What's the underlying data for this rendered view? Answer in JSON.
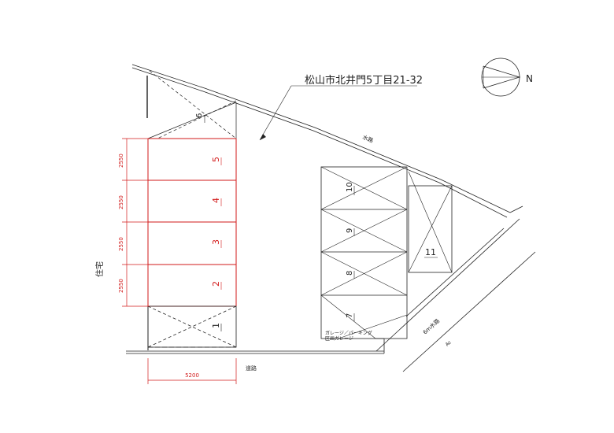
{
  "address": "松山市北井門5丁目21-32",
  "north_mark": "N",
  "labels": {
    "waterway": "水路",
    "residence": "住宅",
    "road": "道路",
    "canal_side": "6m水路",
    "road_right": "Ac",
    "parking_note_1": "ガレージ／パーキング",
    "parking_note_2": "区画ガレージ"
  },
  "dimensions": {
    "width": "5200",
    "row_1": "2550",
    "row_2": "2550",
    "row_3": "2550",
    "row_4": "2550"
  },
  "lots": {
    "l1": "1",
    "l2": "2",
    "l3": "3",
    "l4": "4",
    "l5": "5",
    "l6": "6",
    "l7": "7",
    "l8": "8",
    "l9": "9",
    "l10": "10",
    "l11": "11"
  },
  "colors": {
    "red": "#d21a1a",
    "ink": "#222222"
  }
}
